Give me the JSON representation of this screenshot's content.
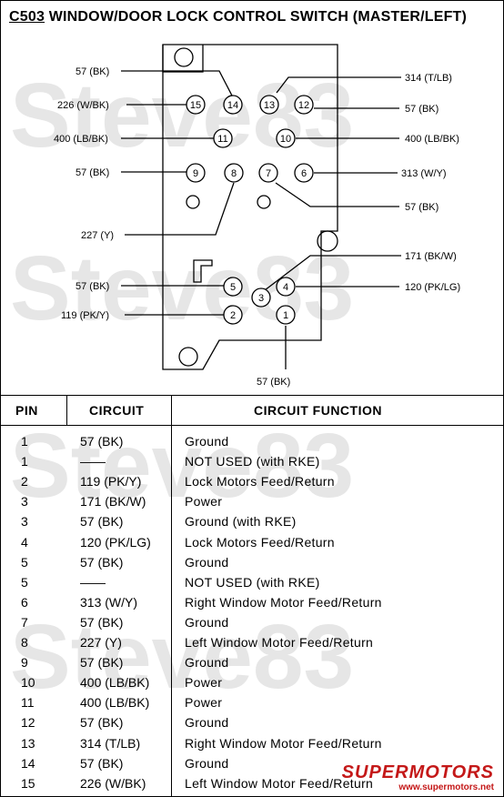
{
  "title": {
    "code": "C503",
    "text": "WINDOW/DOOR LOCK CONTROL SWITCH (MASTER/LEFT)"
  },
  "watermark": {
    "text": "Steve83",
    "color": "#e6e6e6"
  },
  "diagram": {
    "pins": [
      "14",
      "13",
      "15",
      "12",
      "11",
      "10",
      "9",
      "8",
      "7",
      "6",
      "5",
      "4",
      "3",
      "2",
      "1"
    ],
    "labels": {
      "l_57bk_top": "57 (BK)",
      "l_226": "226 (W/BK)",
      "l_400_left": "400 (LB/BK)",
      "l_57bk_9": "57 (BK)",
      "l_227": "227 (Y)",
      "l_57bk_5": "57 (BK)",
      "l_119": "119 (PK/Y)",
      "l_57bk_1": "57 (BK)",
      "r_314": "314 (T/LB)",
      "r_57bk_12": "57 (BK)",
      "r_400": "400  (LB/BK)",
      "r_313": "313 (W/Y)",
      "r_57bk_7": "57 (BK)",
      "r_171": "171 (BK/W)",
      "r_120": "120 (PK/LG)"
    }
  },
  "table": {
    "headers": {
      "pin": "PIN",
      "circuit": "CIRCUIT",
      "function": "CIRCUIT FUNCTION"
    },
    "rows": [
      {
        "pin": "1",
        "circuit": "57 (BK)",
        "function": "Ground"
      },
      {
        "pin": "1",
        "circuit": "——",
        "function": "NOT USED  (with RKE)"
      },
      {
        "pin": "2",
        "circuit": "119 (PK/Y)",
        "function": "Lock Motors Feed/Return"
      },
      {
        "pin": "3",
        "circuit": "171 (BK/W)",
        "function": "Power"
      },
      {
        "pin": "3",
        "circuit": "57 (BK)",
        "function": "Ground  (with RKE)"
      },
      {
        "pin": "4",
        "circuit": "120 (PK/LG)",
        "function": "Lock Motors Feed/Return"
      },
      {
        "pin": "5",
        "circuit": "57 (BK)",
        "function": "Ground"
      },
      {
        "pin": "5",
        "circuit": "——",
        "function": "NOT USED  (with RKE)"
      },
      {
        "pin": "6",
        "circuit": "313 (W/Y)",
        "function": "Right Window Motor Feed/Return"
      },
      {
        "pin": "7",
        "circuit": "57 (BK)",
        "function": "Ground"
      },
      {
        "pin": "8",
        "circuit": "227 (Y)",
        "function": "Left Window Motor Feed/Return"
      },
      {
        "pin": "9",
        "circuit": "57 (BK)",
        "function": "Ground"
      },
      {
        "pin": "10",
        "circuit": "400 (LB/BK)",
        "function": "Power"
      },
      {
        "pin": "11",
        "circuit": "400 (LB/BK)",
        "function": "Power"
      },
      {
        "pin": "12",
        "circuit": "57 (BK)",
        "function": "Ground"
      },
      {
        "pin": "13",
        "circuit": "314 (T/LB)",
        "function": "Right Window Motor Feed/Return"
      },
      {
        "pin": "14",
        "circuit": "57 (BK)",
        "function": "Ground"
      },
      {
        "pin": "15",
        "circuit": "226 (W/BK)",
        "function": "Left Window Motor Feed/Return"
      }
    ]
  },
  "logo": {
    "name": "SUPERMOTORS",
    "url": "www.supermotors.net",
    "color": "#c41818"
  }
}
